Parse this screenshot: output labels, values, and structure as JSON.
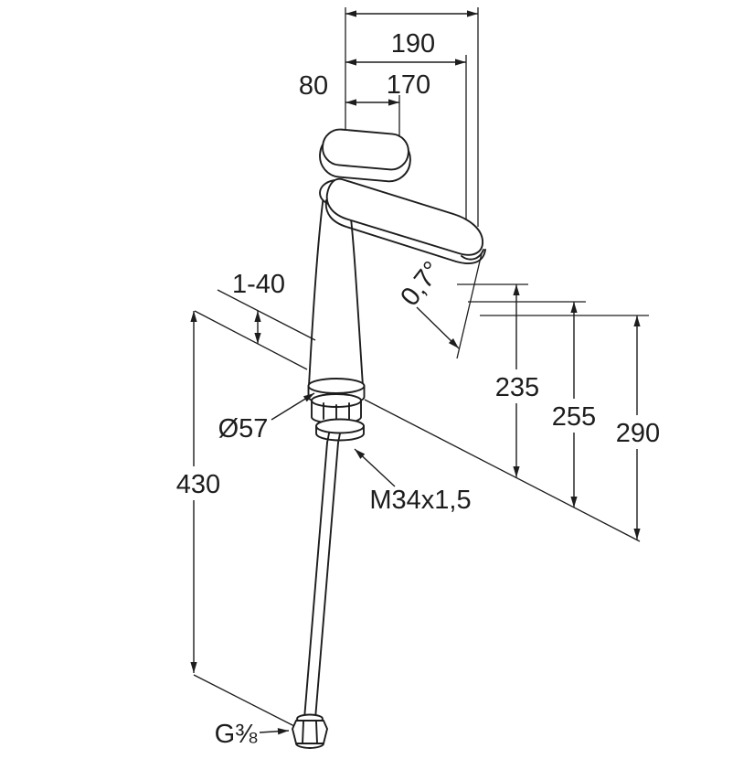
{
  "colors": {
    "bg": "#ffffff",
    "line": "#1d1d1d"
  },
  "dimensions": {
    "total_projection": "190",
    "spout_projection": "170",
    "lever_length": "80",
    "deck_thickness": "1-40",
    "spout_angle": "0,7°",
    "clearance_height": "235",
    "outlet_height": "255",
    "overall_height": "290",
    "base_diameter": "Ø57",
    "shank_thread": "M34x1,5",
    "underdeck_length": "430",
    "inlet_thread": "G⅜"
  }
}
